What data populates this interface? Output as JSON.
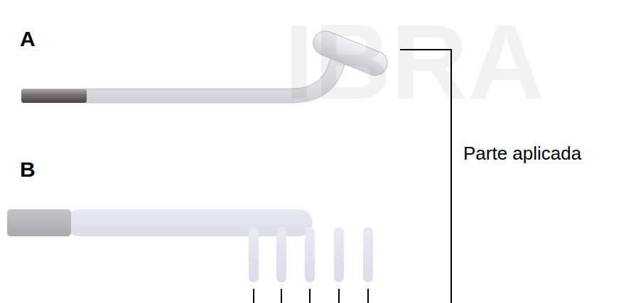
{
  "diagram": {
    "labels": [
      "A",
      "IBRA",
      "B",
      "Parte aplicada"
    ]
  }
}
